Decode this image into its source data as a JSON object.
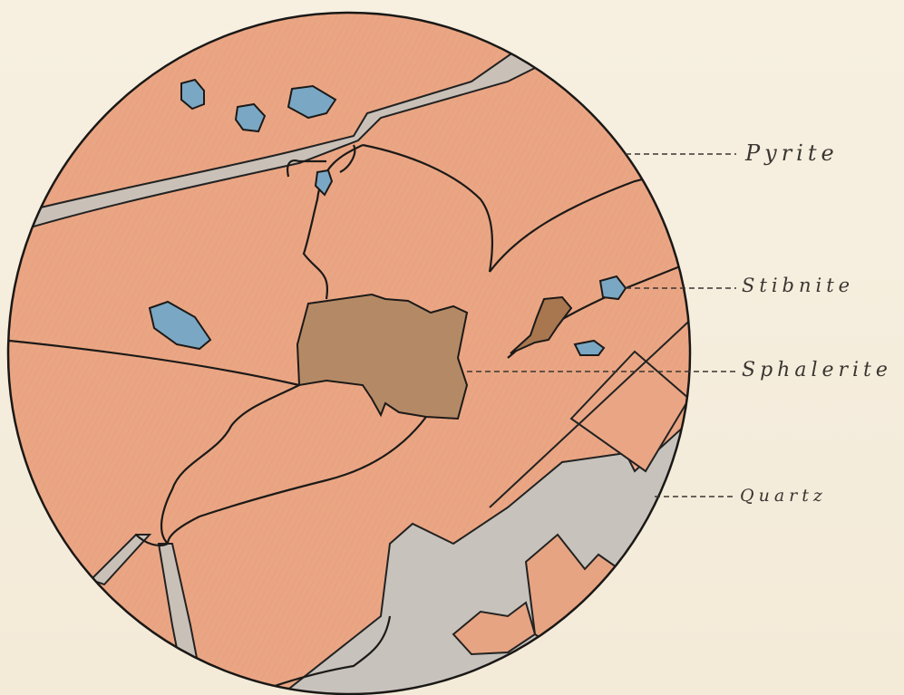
{
  "diagram": {
    "labels": {
      "pyrite": "Pyrite",
      "stibnite": "Stibnite",
      "sphalerite": "Sphalerite",
      "quartz": "Quartz"
    }
  }
}
